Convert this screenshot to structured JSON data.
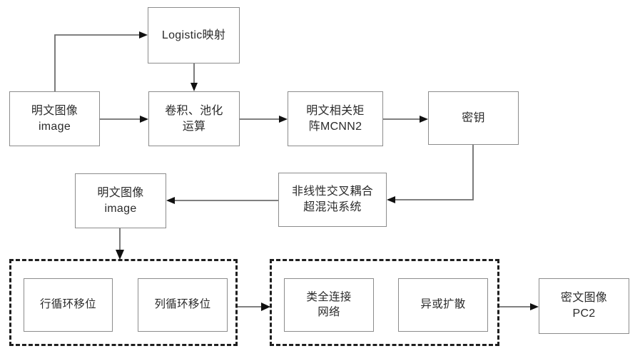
{
  "diagram": {
    "title": "Image encryption flow based on CNN and hyperchaotic system",
    "background_color": "#ffffff",
    "node_border_color": "#8c8c8c",
    "dashed_group_color": "#1f1f1f",
    "wire_color": "#6e6e6e",
    "arrow_color": "#111111"
  },
  "nodes": {
    "logistic_map": {
      "label": "Logistic映射"
    },
    "plain_image_top": {
      "label": "明文图像\nimage"
    },
    "conv_pool": {
      "label": "卷积、池化\n运算"
    },
    "plain_matrix": {
      "label": "明文相关矩\n阵MCNN2"
    },
    "secret_key": {
      "label": "密钥"
    },
    "plain_image_mid": {
      "label": "明文图像\nimage"
    },
    "hyperchaos": {
      "label": "非线性交叉耦合\n超混沌系统"
    },
    "row_shift": {
      "label": "行循环移位"
    },
    "col_shift": {
      "label": "列循环移位"
    },
    "fc_network": {
      "label": "类全连接\n网络"
    },
    "xor_diffusion": {
      "label": "异或扩散"
    },
    "cipher_image": {
      "label": "密文图像\nPC2"
    }
  },
  "groups": {
    "permutation_stage": {
      "label": ""
    },
    "diffusion_stage": {
      "label": ""
    }
  }
}
